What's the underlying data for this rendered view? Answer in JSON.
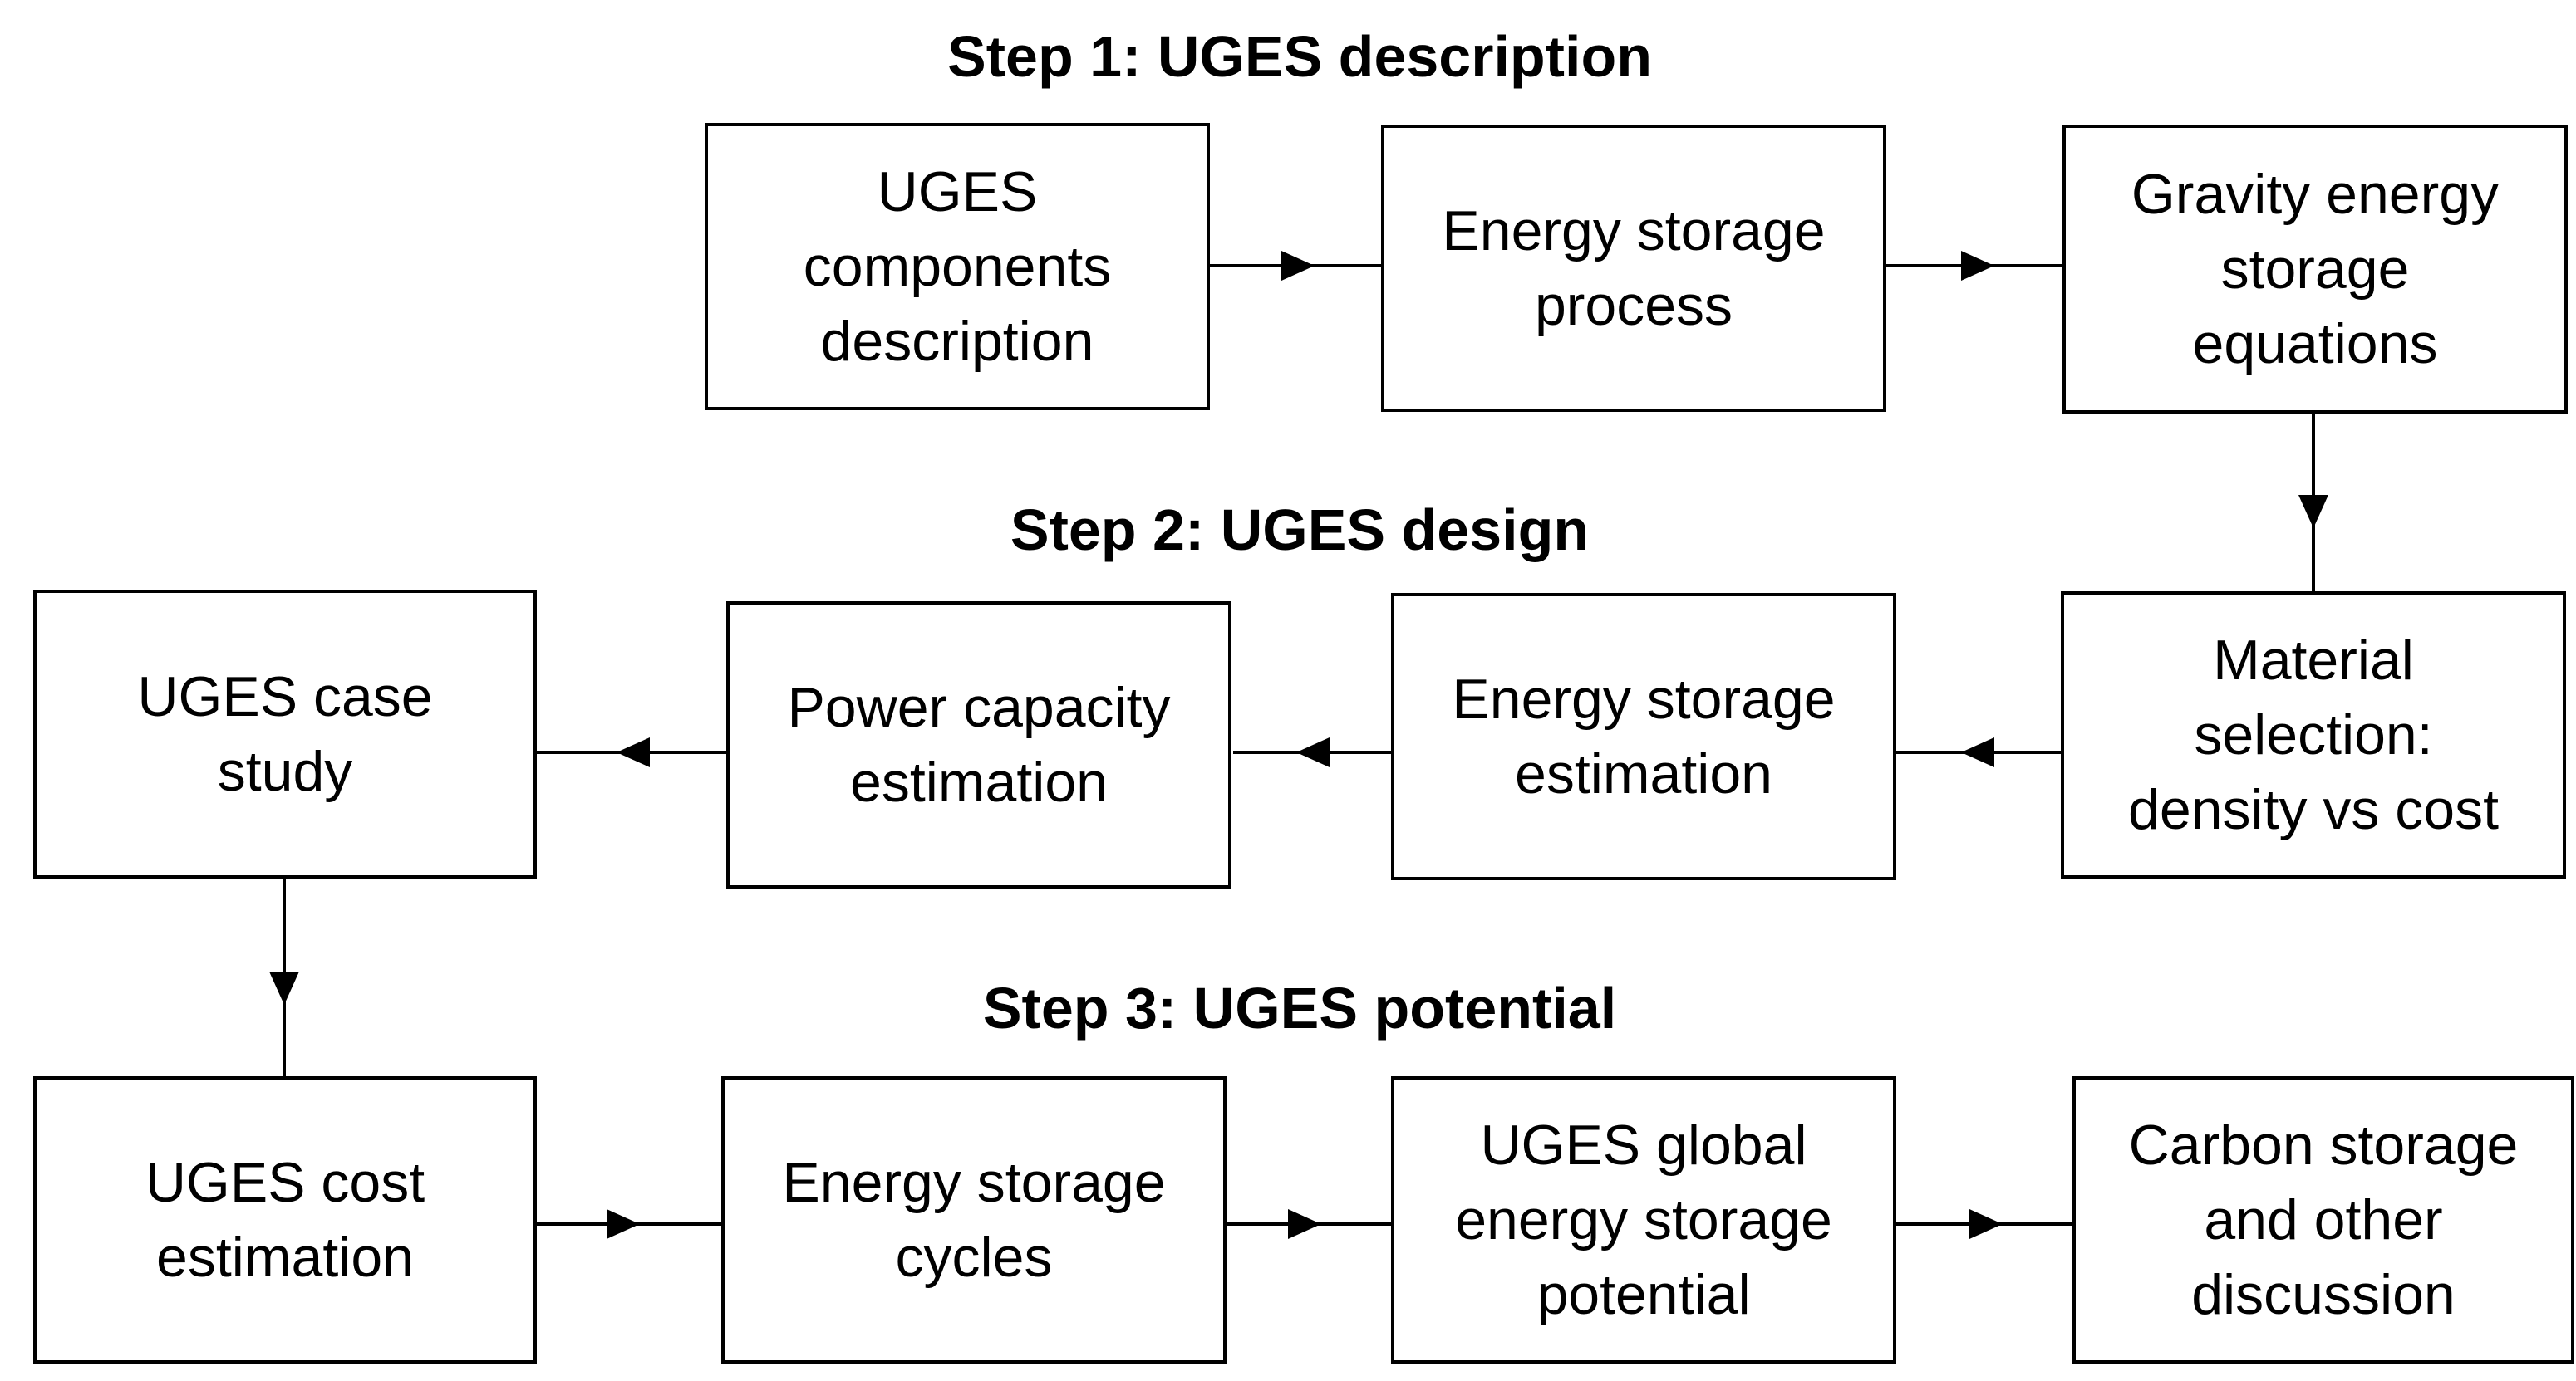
{
  "steps": [
    {
      "title": "Step 1: UGES description",
      "boxes": [
        {
          "label": "UGES\ncomponents\ndescription"
        },
        {
          "label": "Energy storage\nprocess"
        },
        {
          "label": "Gravity energy\nstorage\nequations"
        }
      ]
    },
    {
      "title": "Step 2: UGES design",
      "boxes": [
        {
          "label": "Material\nselection:\ndensity vs cost"
        },
        {
          "label": "Energy storage\nestimation"
        },
        {
          "label": "Power capacity\nestimation"
        },
        {
          "label": "UGES case\nstudy"
        }
      ]
    },
    {
      "title": "Step 3: UGES potential",
      "boxes": [
        {
          "label": "UGES cost\nestimation"
        },
        {
          "label": "Energy storage\ncycles"
        },
        {
          "label": "UGES global\nenergy storage\npotential"
        },
        {
          "label": "Carbon storage\nand other\ndiscussion"
        }
      ]
    }
  ],
  "colors": {
    "stroke": "#000000",
    "fill": "#ffffff",
    "text": "#000000"
  }
}
